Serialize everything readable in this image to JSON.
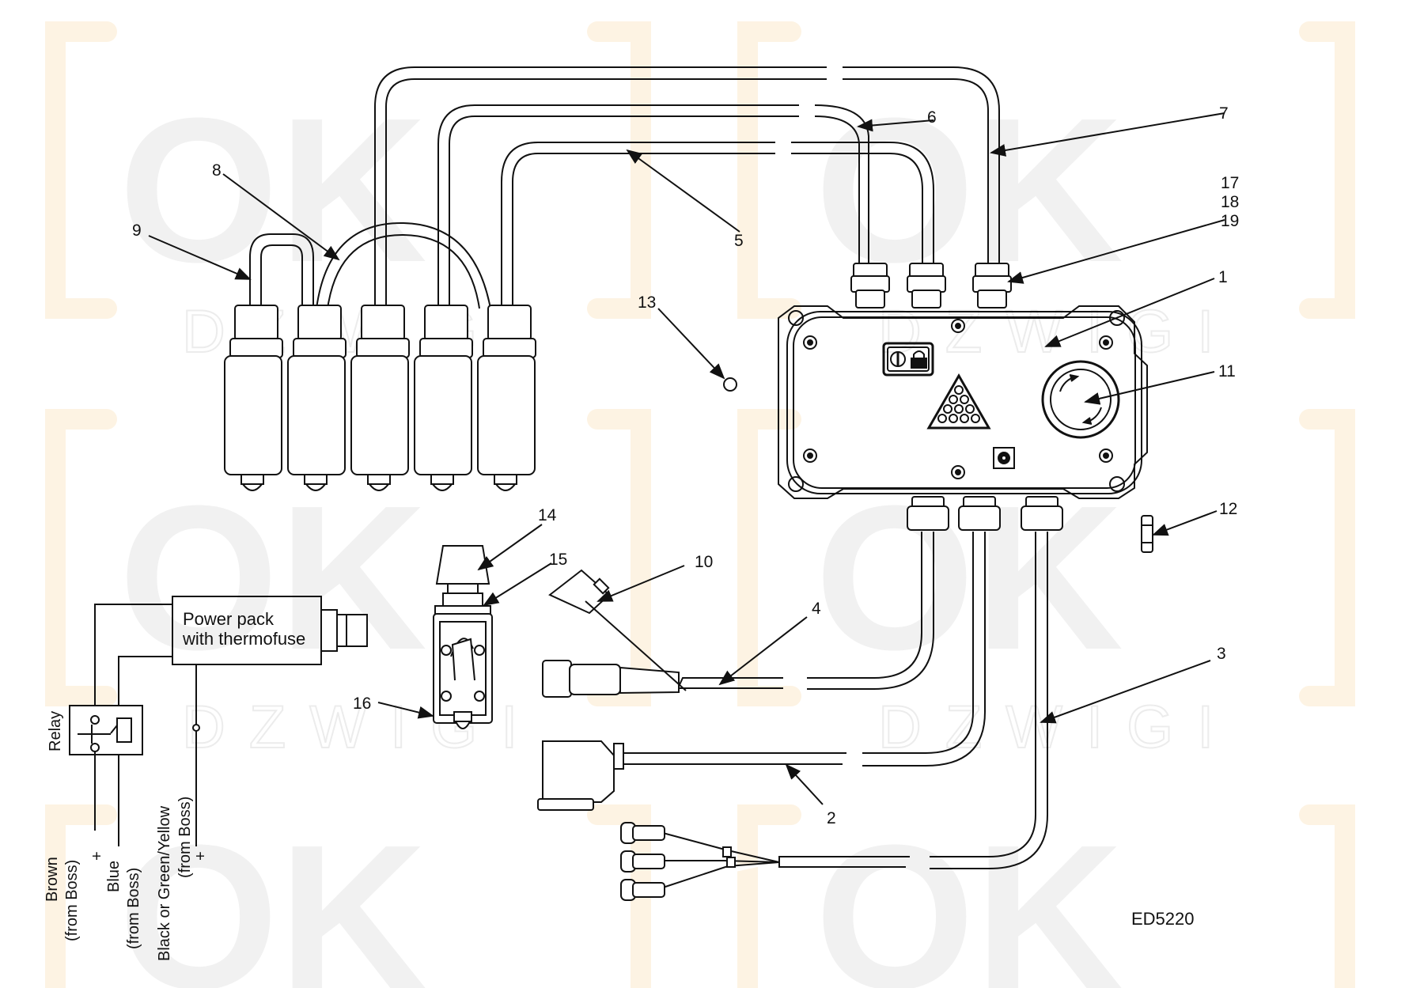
{
  "figure_code": "ED5220",
  "part_numbers": {
    "p1": "1",
    "p2": "2",
    "p3": "3",
    "p4": "4",
    "p5": "5",
    "p6": "6",
    "p7": "7",
    "p8": "8",
    "p9": "9",
    "p10": "10",
    "p11": "11",
    "p12": "12",
    "p13": "13",
    "p14": "14",
    "p15": "15",
    "p16": "16",
    "p17": "17",
    "p18": "18",
    "p19": "19"
  },
  "power_pack": {
    "line1": "Power pack",
    "line2": "with thermofuse"
  },
  "relay": {
    "label": "Relay"
  },
  "wires": {
    "brown": {
      "line1": "Brown",
      "line2": "(from Boss)",
      "polarity": "+"
    },
    "blue": {
      "line1": "Blue",
      "line2": "(from Boss)"
    },
    "black": {
      "line1": "Black or Green/Yellow",
      "line2": "(from Boss)",
      "polarity": "+"
    }
  },
  "watermark": {
    "letters": "OK",
    "subtitle": "DZWIGI"
  },
  "colors": {
    "line": "#111111",
    "watermark_fill": "#f1f1f1",
    "watermark_bracket": "#fdf3e3"
  }
}
